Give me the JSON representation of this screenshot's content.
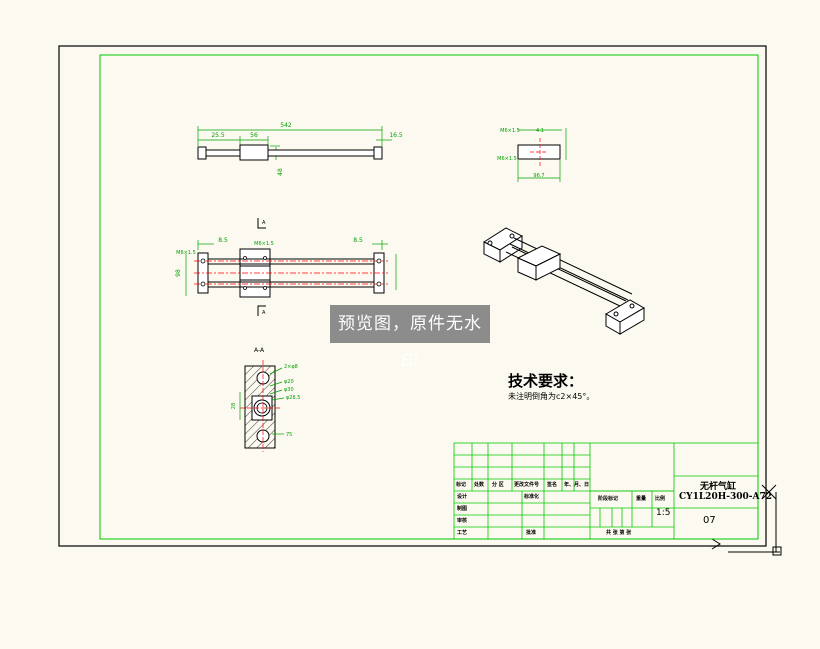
{
  "watermark": "预览图，原件无水印",
  "tech_req": {
    "title": "技术要求：",
    "note": "未注明倒角为c2×45°。"
  },
  "views": {
    "section_label": "A-A",
    "section_mark_left": "A",
    "section_mark_right": "A"
  },
  "dimensions": {
    "top_total": "542",
    "top_left": "25.5",
    "top_mid": "56",
    "top_right": "16.5",
    "top_height": "48",
    "detail_a": "M6×1.5",
    "detail_b": "4.1",
    "detail_c": "M6×1.5",
    "detail_d": "96.7",
    "front_left": "8.5",
    "front_right": "8.5",
    "front_thread_l": "M6×1.5",
    "front_thread_m": "M6×1.5",
    "front_height": "98",
    "sec_1": "2×φ8",
    "sec_2": "φ20",
    "sec_3": "φ30",
    "sec_4": "φ26.5",
    "sec_5": "28",
    "sec_6": "75"
  },
  "title_block": {
    "part_name": "无杆气缸",
    "part_code": "CY1L20H-300-A72",
    "scale": "1:5",
    "sheet_no": "07",
    "header_labels": [
      "标记",
      "处数",
      "分 区",
      "更改文件号",
      "签名",
      "年、月、日"
    ],
    "row_design": "设计",
    "row_standardize": "标准化",
    "row_draw": "制图",
    "row_review": "审核",
    "row_craft": "工艺",
    "row_approve": "批准",
    "stage_label": "阶段标记",
    "weight_label": "重量",
    "scale_label": "比例",
    "sheets_label": "共  张  第  张"
  },
  "colors": {
    "paper": "#fcfaf0",
    "frame_green": "#00c800",
    "outline": "#000000",
    "dim": "#00a000",
    "center": "#ff0000"
  }
}
